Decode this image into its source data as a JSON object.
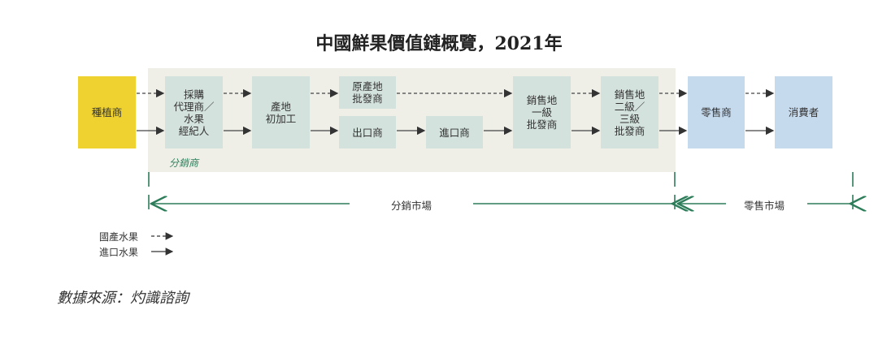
{
  "title": "中國鮮果價值鏈概覽，2021年",
  "boxes": {
    "grower": "種植商",
    "agent": "採購\n代理商／\n水果\n經紀人",
    "processing": "產地\n初加工",
    "origin_wholesale": "原產地\n批發商",
    "exporter": "出口商",
    "importer": "進口商",
    "primary_wholesale": "銷售地\n一級\n批發商",
    "secondary_wholesale": "銷售地\n二級／\n三級\n批發商",
    "retailer": "零售商",
    "consumer": "消費者"
  },
  "panel_label": "分銷商",
  "ranges": {
    "distribution": "分銷市場",
    "retail": "零售市場"
  },
  "legend": {
    "domestic": "國產水果",
    "imported": "進口水果"
  },
  "source": "數據來源：灼識諮詢",
  "colors": {
    "grower": "#EFD22F",
    "channel": "#D3E2DC",
    "retail": "#C6DAEE",
    "accent": "#2E7D5A"
  }
}
